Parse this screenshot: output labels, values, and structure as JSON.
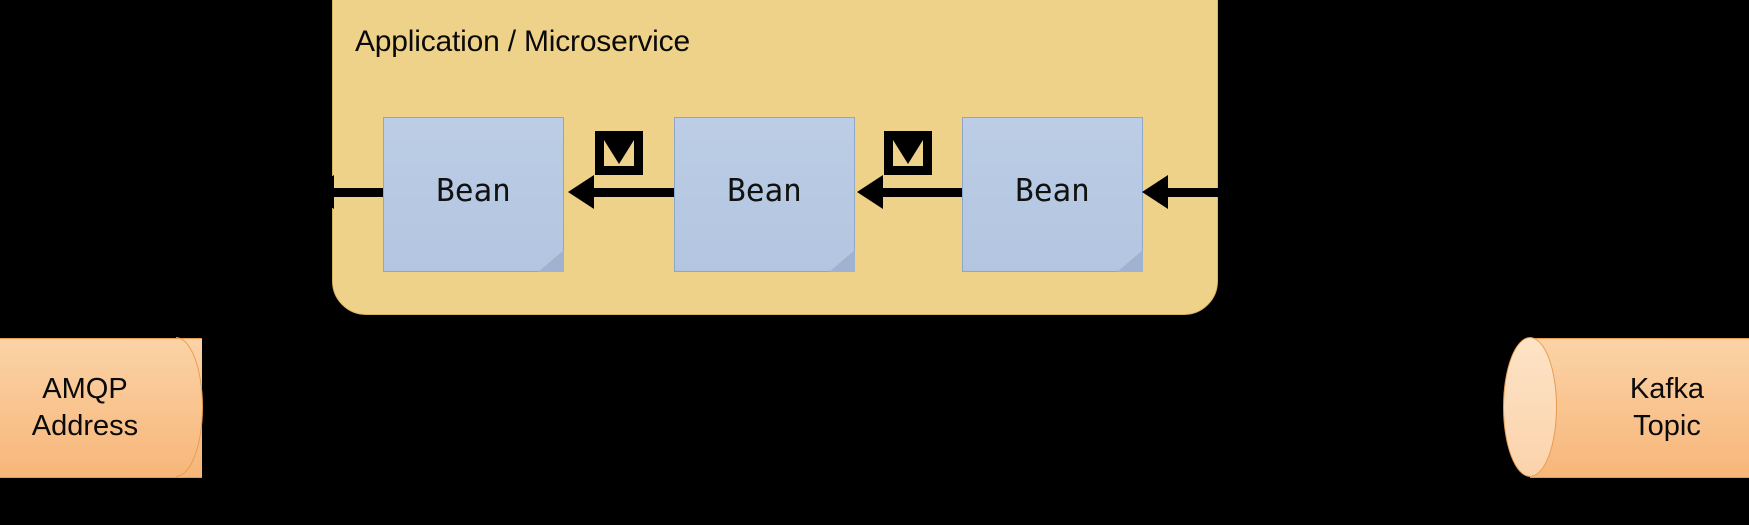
{
  "diagram": {
    "background_color": "#000000",
    "panel": {
      "title": "Application / Microservice",
      "fill_color": "#efd28a",
      "border_color": "#d9b45f"
    },
    "beans": [
      {
        "label": "Bean"
      },
      {
        "label": "Bean"
      },
      {
        "label": "Bean"
      }
    ],
    "bean_style": {
      "fill_color": "#bccde5",
      "border_color": "#8ea6c8"
    },
    "envelopes": [
      {
        "icon": "envelope-icon"
      },
      {
        "icon": "envelope-icon"
      }
    ],
    "arrows": [
      {
        "name": "arrow-into-amqp",
        "direction": "left"
      },
      {
        "name": "arrow-bean2-to-bean1",
        "direction": "left"
      },
      {
        "name": "arrow-bean3-to-bean2",
        "direction": "left"
      },
      {
        "name": "arrow-from-kafka",
        "direction": "left"
      }
    ],
    "endpoints": [
      {
        "name": "amqp-address",
        "line1": "AMQP",
        "line2": "Address",
        "shape": "cylinder",
        "fill_color": "#f7b679"
      },
      {
        "name": "kafka-topic",
        "line1": "Kafka",
        "line2": "Topic",
        "shape": "cylinder",
        "fill_color": "#f7b679"
      }
    ]
  }
}
